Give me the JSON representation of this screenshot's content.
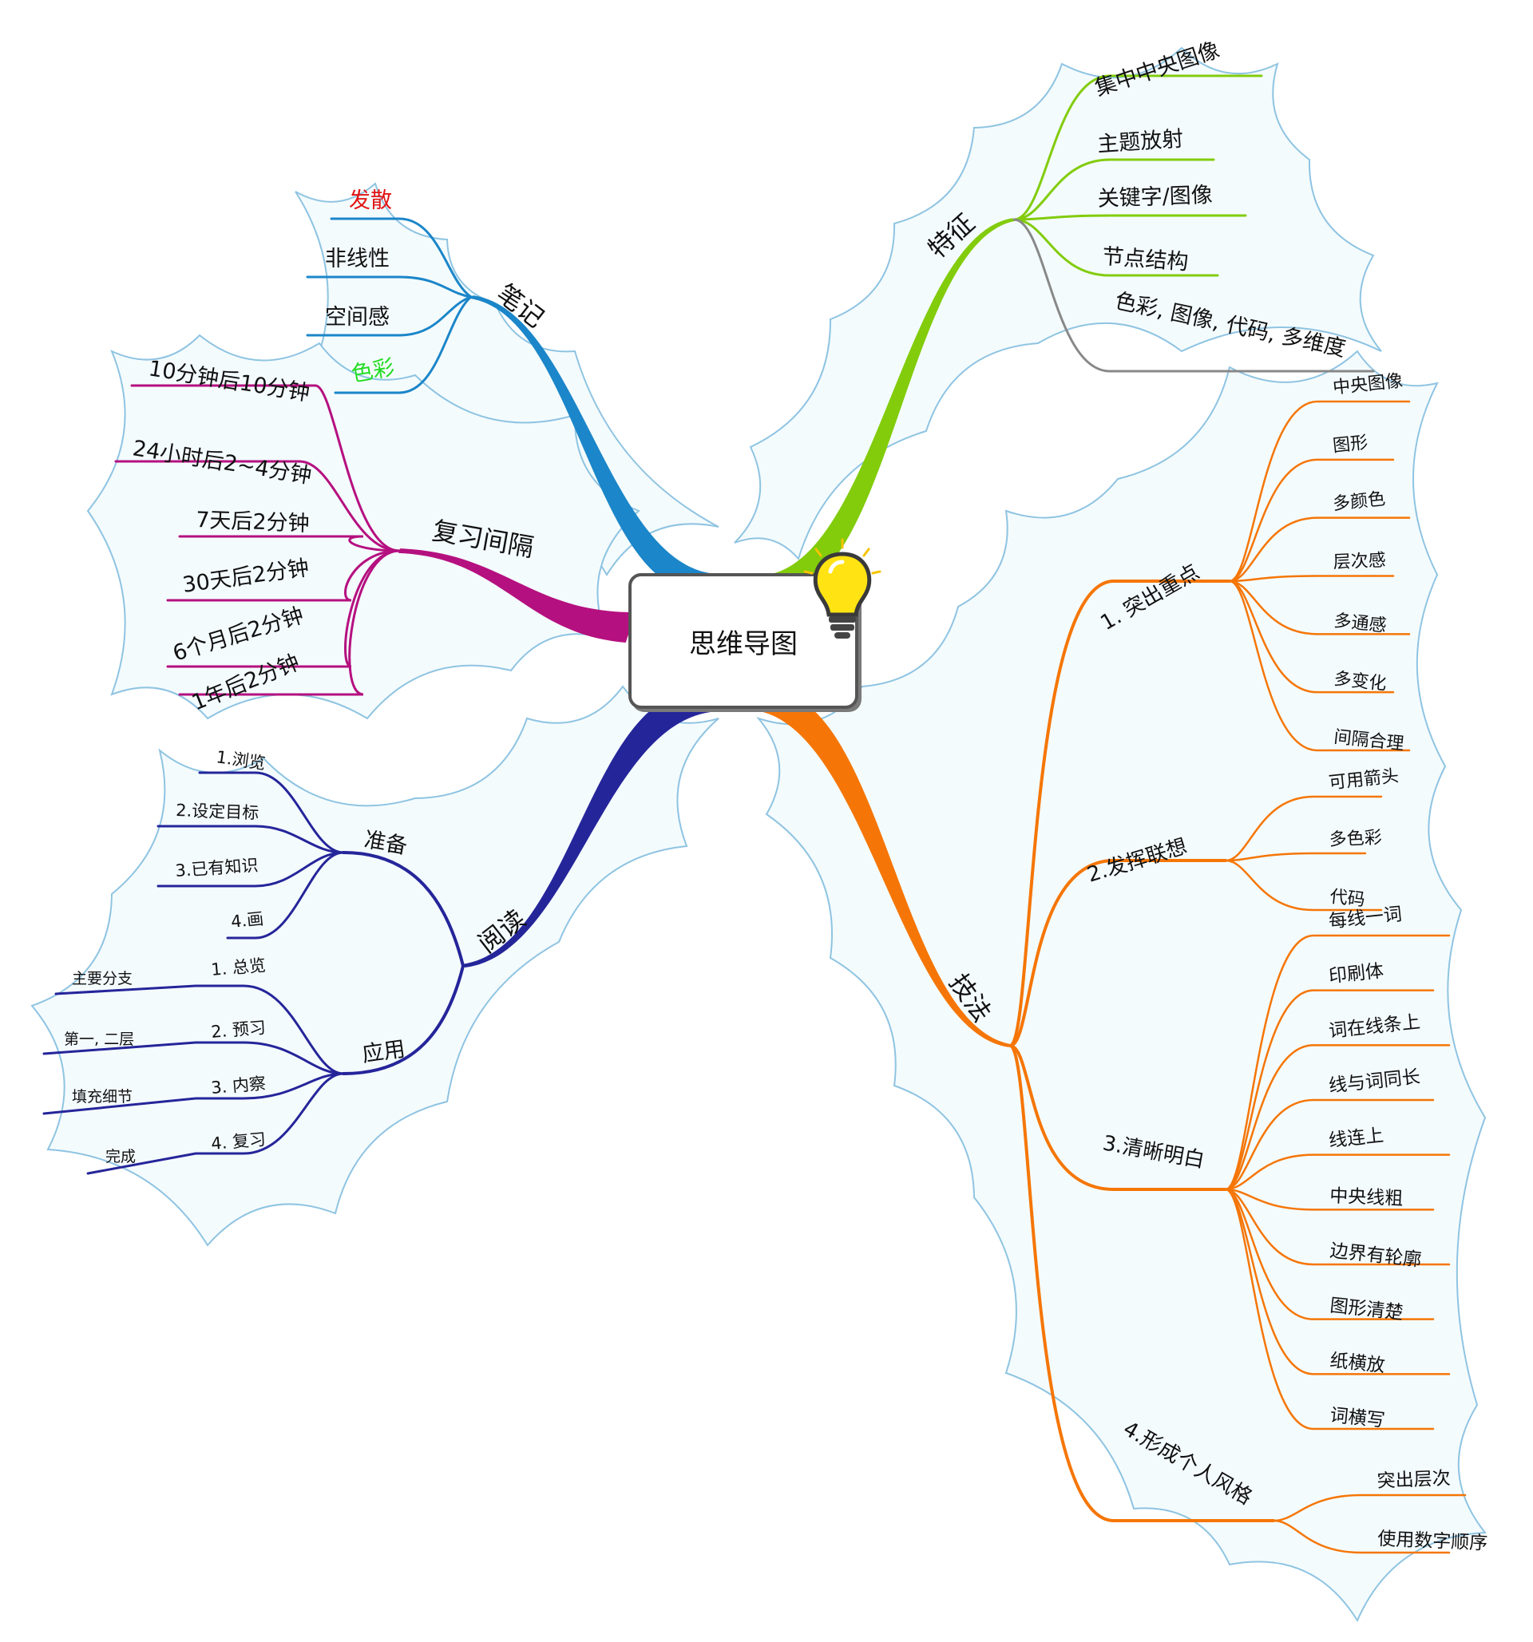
{
  "central": {
    "label": "思维导图",
    "icon": "lightbulb-icon"
  },
  "colors": {
    "cloud_fill": "#f4fbfd",
    "cloud_stroke": "#8fc4e2",
    "notes": "#1b86c9",
    "review": "#b5107f",
    "reading": "#25259a",
    "features": "#82cc0c",
    "techniques": "#f57606",
    "gray": "#888888",
    "red": "#e11414",
    "green": "#22dd22"
  },
  "branches": {
    "notes": {
      "label": "笔记",
      "items": [
        "发散",
        "非线性",
        "空间感",
        "色彩"
      ]
    },
    "review": {
      "label": "复习间隔",
      "items": [
        "10分钟后10分钟",
        "24小时后2~4分钟",
        "7天后2分钟",
        "30天后2分钟",
        "6个月后2分钟",
        "1年后2分钟"
      ]
    },
    "reading": {
      "label": "阅读",
      "prepare": {
        "label": "准备",
        "items": [
          "1.浏览",
          "2.设定目标",
          "3.已有知识",
          "4.画"
        ]
      },
      "apply": {
        "label": "应用",
        "items": [
          {
            "label": "1. 总览",
            "detail": "主要分支"
          },
          {
            "label": "2. 预习",
            "detail": "第一, 二层"
          },
          {
            "label": "3. 内察",
            "detail": "填充细节"
          },
          {
            "label": "4. 复习",
            "detail": "完成"
          }
        ]
      }
    },
    "features": {
      "label": "特征",
      "items": [
        "集中中央图像",
        "主题放射",
        "关键字/图像",
        "节点结构",
        "色彩, 图像, 代码, 多维度"
      ]
    },
    "techniques": {
      "label": "技法",
      "subs": [
        {
          "label": "1. 突出重点",
          "items": [
            "中央图像",
            "图形",
            "多颜色",
            "层次感",
            "多通感",
            "多变化",
            "间隔合理"
          ]
        },
        {
          "label": "2.发挥联想",
          "items": [
            "可用箭头",
            "多色彩",
            "代码"
          ]
        },
        {
          "label": "3.清晰明白",
          "items": [
            "每线一词",
            "印刷体",
            "词在线条上",
            "线与词同长",
            "线连上",
            "中央线粗",
            "边界有轮廓",
            "图形清楚",
            "纸横放",
            "词横写"
          ]
        },
        {
          "label": "4.形成个人风格",
          "items": [
            "突出层次",
            "使用数字顺序"
          ]
        }
      ]
    }
  }
}
